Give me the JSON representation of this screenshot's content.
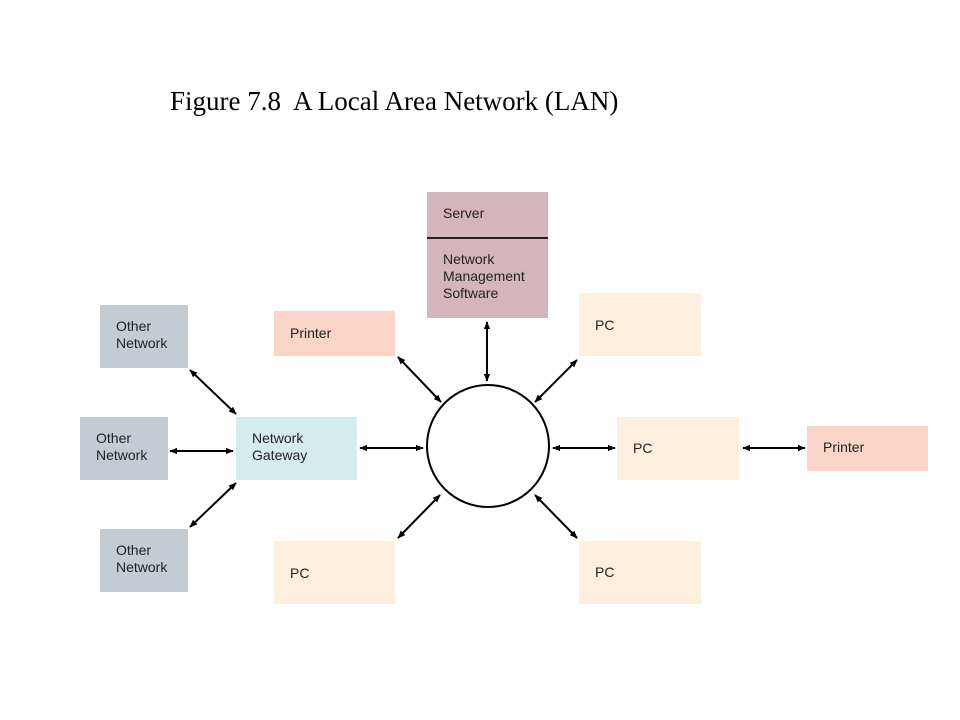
{
  "title": "Figure 7.8  A Local Area Network (LAN)",
  "colors": {
    "server": "#d4b5bc",
    "pc": "#fdeedd",
    "printer": "#fad4c6",
    "gateway": "#d5ecec",
    "other_network": "#c4cbd2",
    "line": "#000000"
  },
  "nodes": {
    "server": {
      "top_label": "Server",
      "bottom_label": "Network\nManagement\nSoftware"
    },
    "printer_left": {
      "label": "Printer"
    },
    "printer_right": {
      "label": "Printer"
    },
    "pc_top_right": {
      "label": "PC"
    },
    "pc_right": {
      "label": "PC"
    },
    "pc_bottom_left": {
      "label": "PC"
    },
    "pc_bottom_right": {
      "label": "PC"
    },
    "gateway": {
      "label": "Network\nGateway"
    },
    "other_network_top": {
      "label": "Other\nNetwork"
    },
    "other_network_mid": {
      "label": "Other\nNetwork"
    },
    "other_network_bottom": {
      "label": "Other\nNetwork"
    }
  }
}
